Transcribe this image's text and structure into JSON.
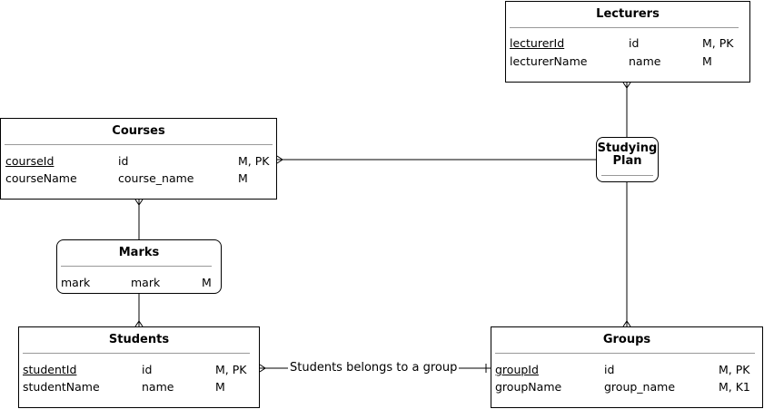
{
  "entities": {
    "lecturers": {
      "title": "Lecturers",
      "rows": [
        {
          "attr": "lecturerId",
          "col": "id",
          "flags": "M, PK"
        },
        {
          "attr": "lecturerName",
          "col": "name",
          "flags": "M"
        }
      ]
    },
    "courses": {
      "title": "Courses",
      "rows": [
        {
          "attr": "courseId",
          "col": "id",
          "flags": "M, PK"
        },
        {
          "attr": "courseName",
          "col": "course_name",
          "flags": "M"
        }
      ]
    },
    "marks": {
      "title": "Marks",
      "rows": [
        {
          "attr": "mark",
          "col": "mark",
          "flags": "M"
        }
      ]
    },
    "students": {
      "title": "Students",
      "rows": [
        {
          "attr": "studentId",
          "col": "id",
          "flags": "M, PK"
        },
        {
          "attr": "studentName",
          "col": "name",
          "flags": "M"
        }
      ]
    },
    "groups": {
      "title": "Groups",
      "rows": [
        {
          "attr": "groupId",
          "col": "id",
          "flags": "M, PK"
        },
        {
          "attr": "groupName",
          "col": "group_name",
          "flags": "M, K1"
        }
      ]
    },
    "studying_plan": {
      "title_line1": "Studying",
      "title_line2": "Plan"
    }
  },
  "relationships": {
    "students_groups_label": "Students belongs to a group"
  }
}
